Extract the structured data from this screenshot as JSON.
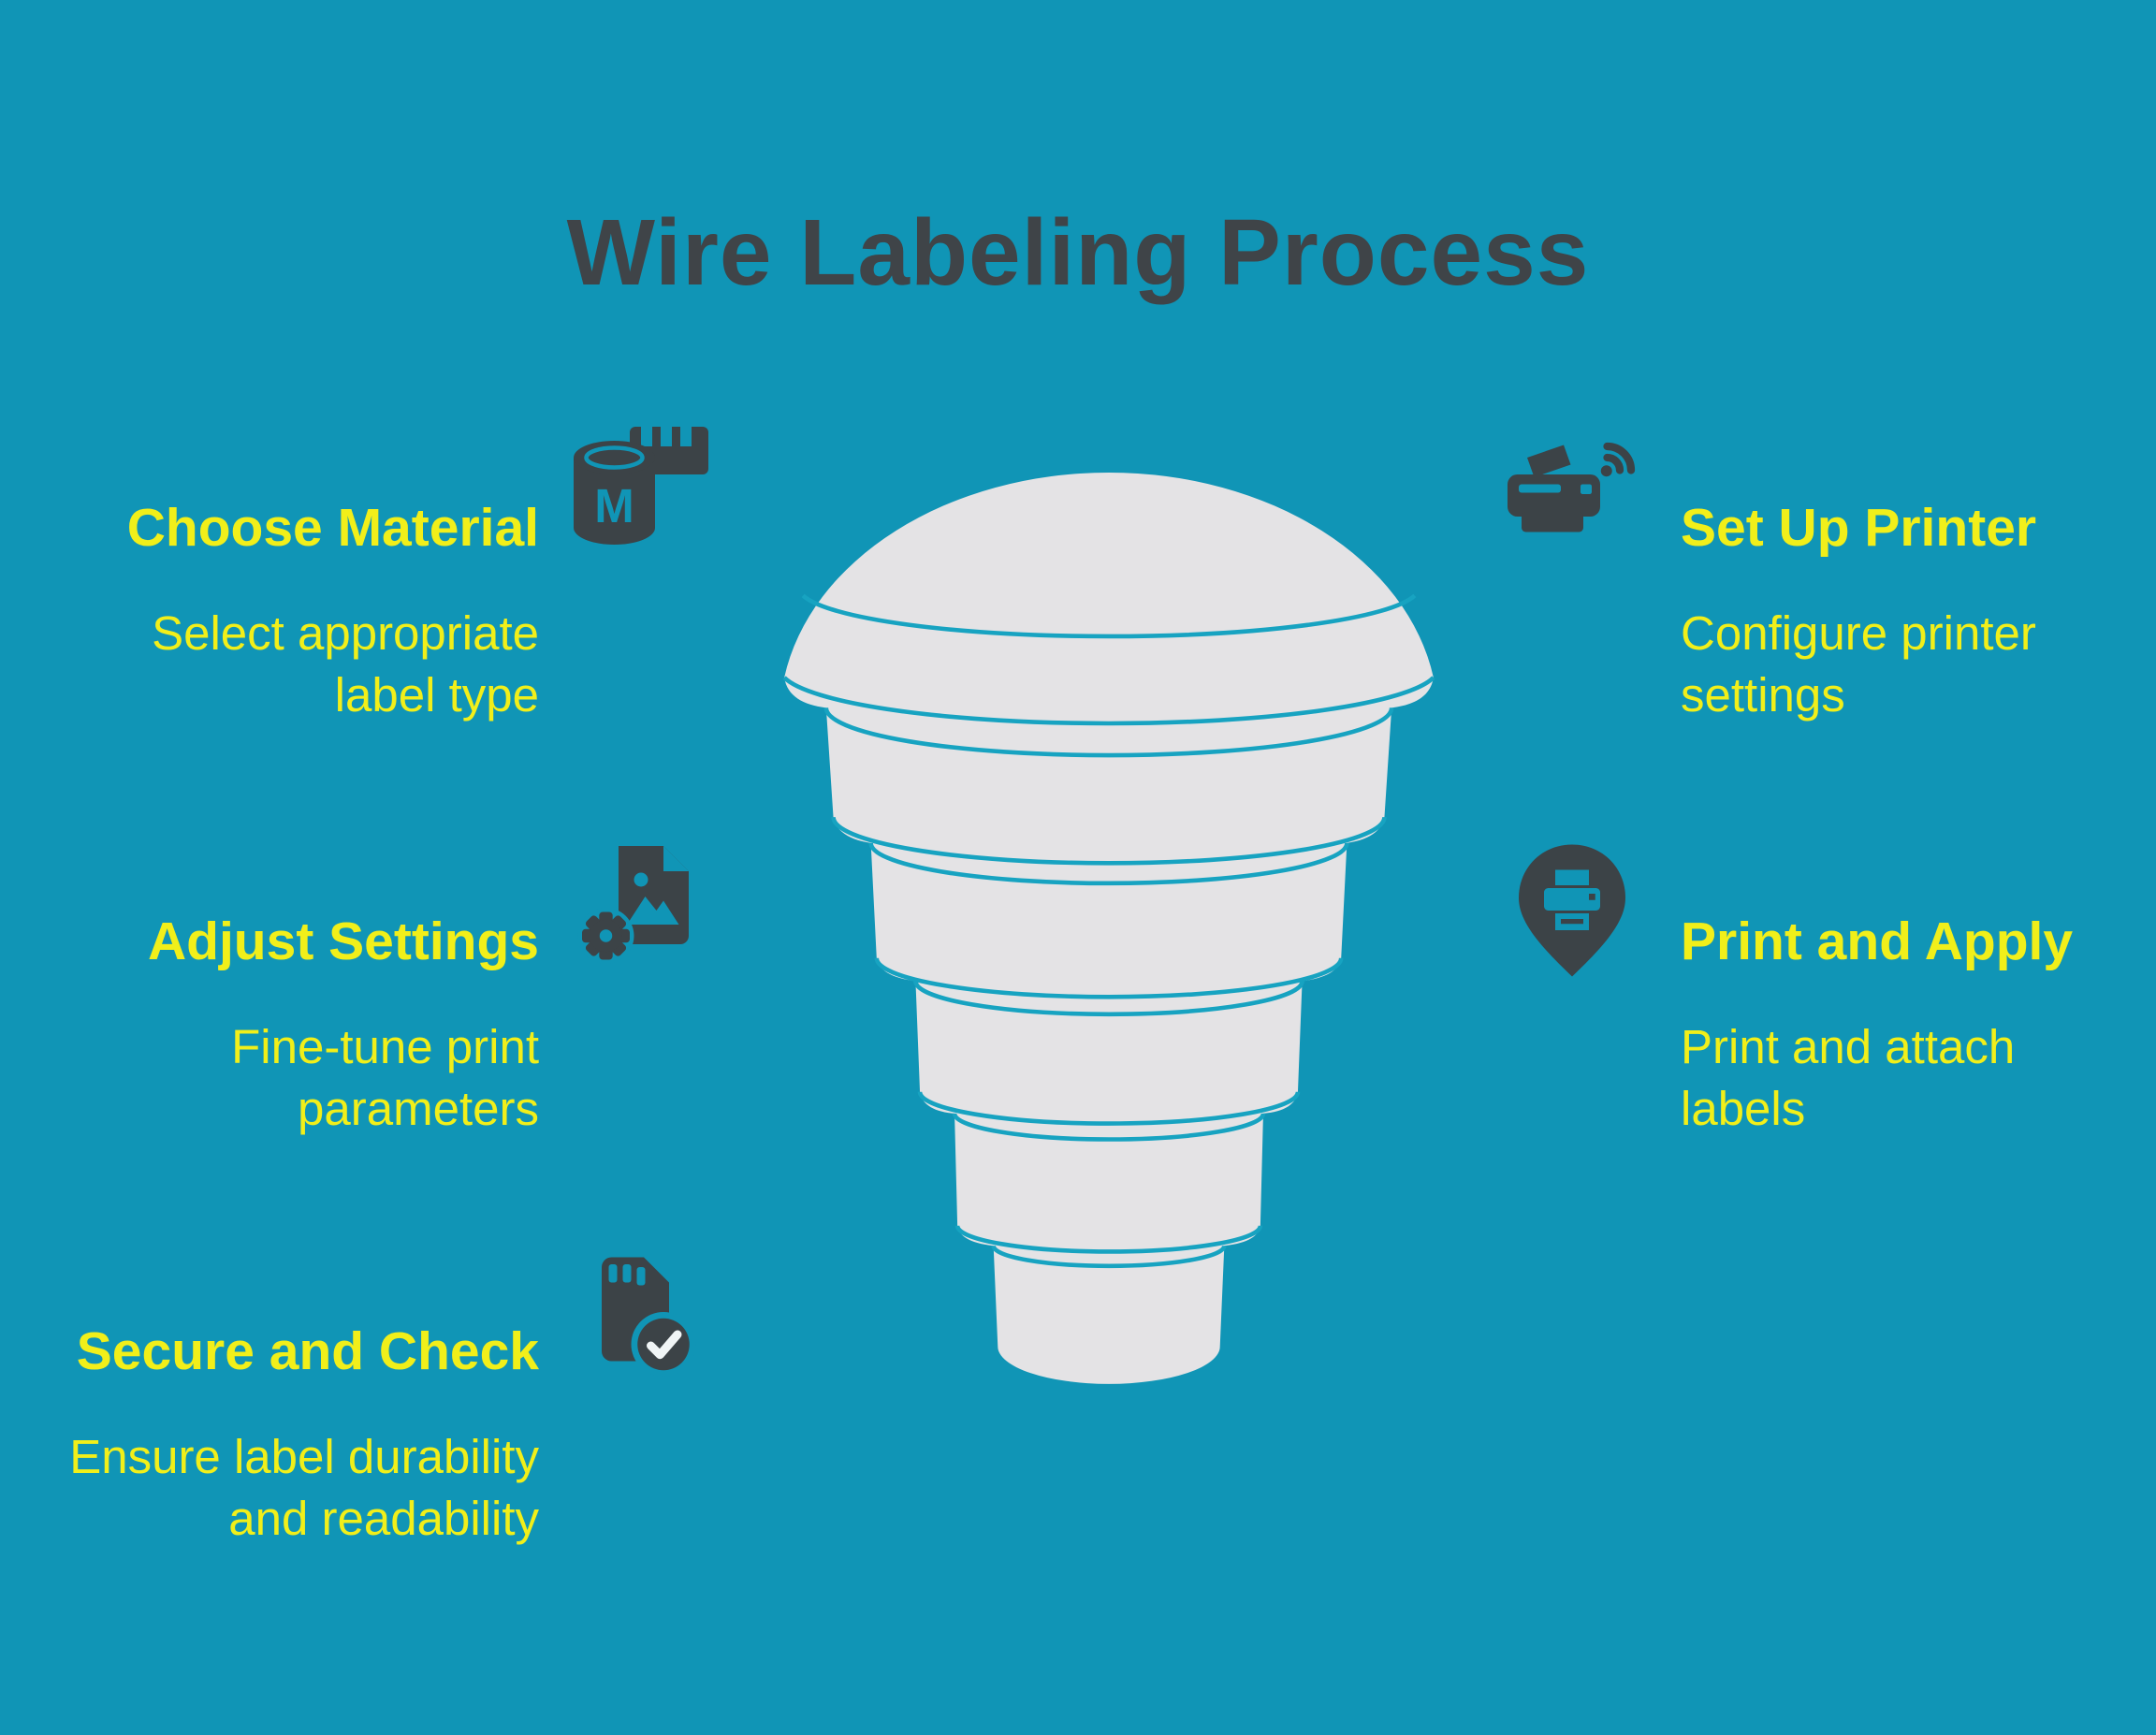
{
  "title": "Wire Labeling Process",
  "colors": {
    "background": "#1095B6",
    "accent_yellow": "#F1EF1A",
    "dark_gray": "#3C4347",
    "funnel_fill": "#E4E3E5",
    "funnel_line": "#17A3C1",
    "check_mark": "#F0F5F6"
  },
  "funnel": {
    "type": "funnel",
    "tier_count": 5
  },
  "steps": {
    "left": [
      {
        "heading": "Choose Material",
        "description": "Select appropriate label type",
        "icon": "material-cylinder-icon",
        "icon_letter": "M"
      },
      {
        "heading": "Adjust Settings",
        "description": "Fine-tune print parameters",
        "icon": "image-settings-gear-icon"
      },
      {
        "heading": "Secure and Check",
        "description": "Ensure label durability and readability",
        "icon": "memory-card-check-icon"
      }
    ],
    "right": [
      {
        "heading": "Set Up Printer",
        "description": "Configure printer settings",
        "icon": "wireless-printer-icon"
      },
      {
        "heading": "Print and Apply",
        "description": "Print and attach labels",
        "icon": "printer-pin-icon"
      }
    ]
  }
}
